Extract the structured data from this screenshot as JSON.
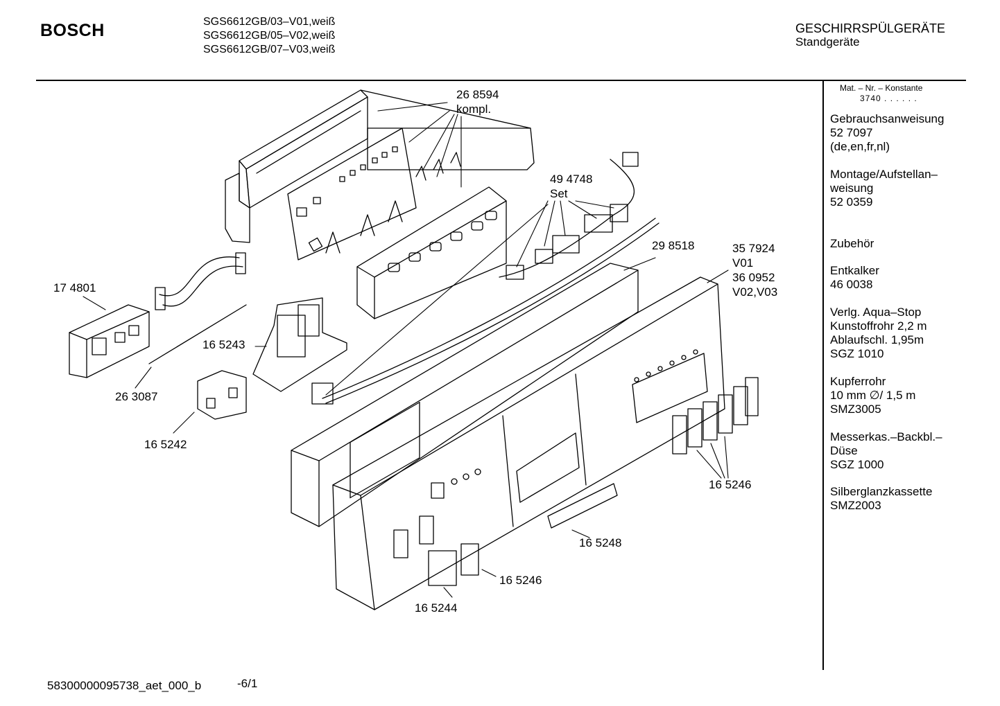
{
  "header": {
    "brand": "BOSCH",
    "models": [
      "SGS6612GB/03–V01,weiß",
      "SGS6612GB/05–V02,weiß",
      "SGS6612GB/07–V03,weiß"
    ],
    "category": "GESCHIRRSPÜLGERÄTE",
    "subcategory": "Standgeräte"
  },
  "sidebar": {
    "mat_header": "Mat. – Nr. – Konstante",
    "mat_constant": "3740 . .  . . . .",
    "groups": [
      [
        "Gebrauchsanweisung",
        "52 7097",
        "(de,en,fr,nl)"
      ],
      [
        "Montage/Aufstellan–",
        "weisung",
        "52 0359"
      ],
      [
        "Zubehör"
      ],
      [
        "Entkalker",
        "46 0038"
      ],
      [
        "Verlg. Aqua–Stop",
        "Kunstoffrohr 2,2 m",
        "Ablaufschl. 1,95m",
        "SGZ 1010"
      ],
      [
        "Kupferrohr",
        "10 mm ∅/ 1,5 m",
        "SMZ3005"
      ],
      [
        "Messerkas.–Backbl.–",
        "Düse",
        "SGZ 1000"
      ],
      [
        "Silberglanzkassette",
        "SMZ2003"
      ]
    ]
  },
  "part_labels": {
    "p268594": "26 8594",
    "p268594_note": "kompl.",
    "p494748": "49 4748",
    "p494748_note": "Set",
    "p298518": "29 8518",
    "p357924": "35 7924",
    "p357924_v01": "V01",
    "p360952": "36 0952",
    "p360952_v": "V02,V03",
    "p174801": "17 4801",
    "p165243": "16 5243",
    "p263087": "26 3087",
    "p165242": "16 5242",
    "p165246_a": "16 5246",
    "p165248": "16 5248",
    "p165246_b": "16 5246",
    "p165244": "16 5244"
  },
  "footer": {
    "doc_id": "58300000095738_aet_000_b",
    "page": "-6/1"
  }
}
